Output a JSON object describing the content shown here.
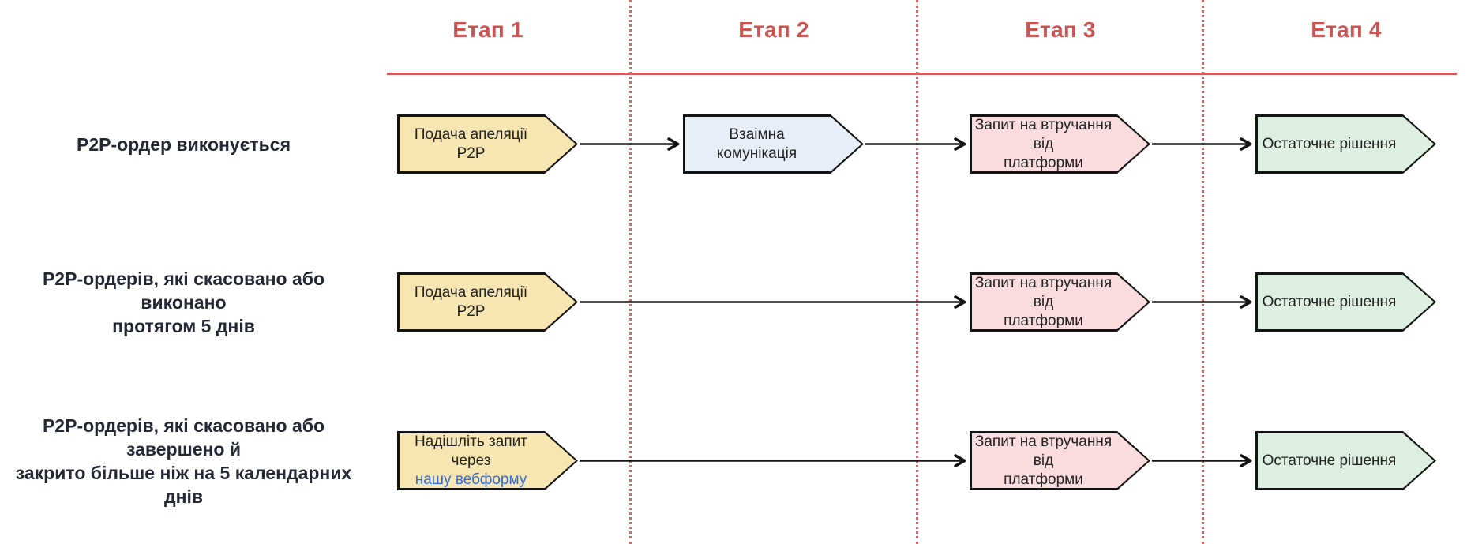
{
  "header": {
    "stages": [
      {
        "label": "Етап 1"
      },
      {
        "label": "Етап 2"
      },
      {
        "label": "Етап 3"
      },
      {
        "label": "Етап 4"
      }
    ]
  },
  "rows": [
    {
      "label_lines": [
        "P2P-ордер виконується"
      ],
      "boxes": {
        "stage1": {
          "lines": [
            "Подача апеляції P2P"
          ],
          "color": "#f7e6b1"
        },
        "stage2": {
          "lines": [
            "Взаімна комунікація"
          ],
          "color": "#e8eef8"
        },
        "stage3": {
          "lines": [
            "Запит на втручання від",
            "платформи"
          ],
          "color": "#fadcdf"
        },
        "stage4": {
          "lines": [
            "Остаточне рішення"
          ],
          "color": "#ddefe1"
        }
      }
    },
    {
      "label_lines": [
        "P2P-ордерів, які скасовано або виконано",
        "протягом 5 днів"
      ],
      "boxes": {
        "stage1": {
          "lines": [
            "Подача апеляції P2P"
          ],
          "color": "#f7e6b1"
        },
        "stage3": {
          "lines": [
            "Запит на втручання від",
            "платформи"
          ],
          "color": "#fadcdf"
        },
        "stage4": {
          "lines": [
            "Остаточне рішення"
          ],
          "color": "#ddefe1"
        }
      }
    },
    {
      "label_lines": [
        "P2P-ордерів, які скасовано або завершено й",
        "закрито більше ніж на 5 календарних днів"
      ],
      "boxes": {
        "stage1": {
          "lines": [
            "Надішліть запит через"
          ],
          "link": "нашу вебформу",
          "color": "#f7e6b1"
        },
        "stage3": {
          "lines": [
            "Запит на втручання від",
            "платформи"
          ],
          "color": "#fadcdf"
        },
        "stage4": {
          "lines": [
            "Остаточне рішення"
          ],
          "color": "#ddefe1"
        }
      }
    }
  ],
  "colors": {
    "stage_header_red": "#cb5452",
    "divider_dotted_red": "#dd6666",
    "header_rule_red": "#cd5c5c",
    "box_border_black": "#141414",
    "row_label_dark": "#232834",
    "link_blue": "#2e6be0",
    "fill_yellow": "#f7e6b1",
    "fill_blue": "#e8eef8",
    "fill_pink": "#fadcdf",
    "fill_green": "#ddefe1"
  }
}
